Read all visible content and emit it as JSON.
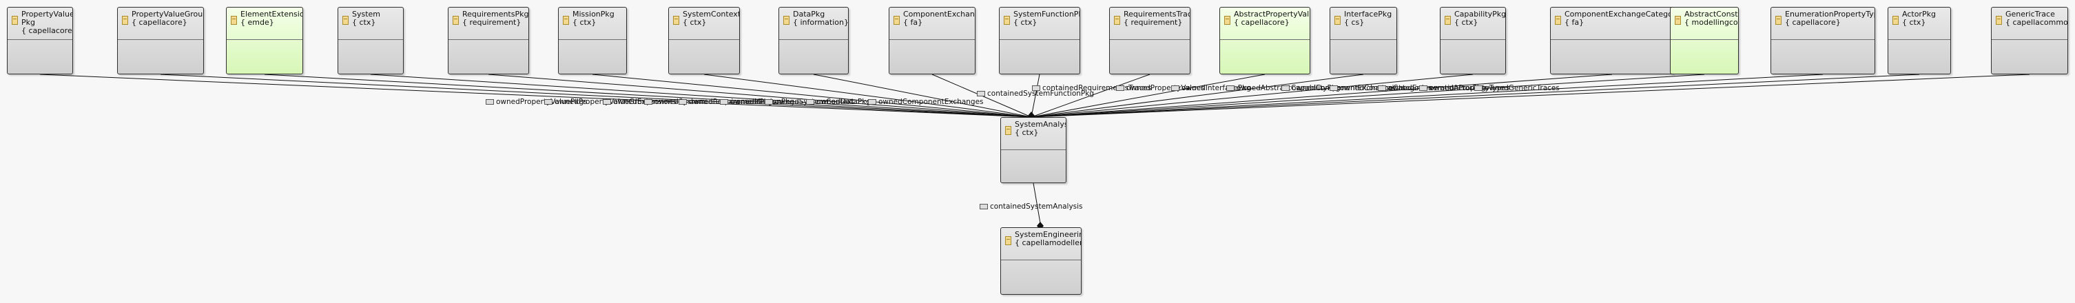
{
  "diagram": {
    "classes": [
      {
        "id": "PropertyValuePkg",
        "name": "PropertyValue\nPkg",
        "pkg": "{ capellacore}",
        "green": false
      },
      {
        "id": "PropertyValueGroup",
        "name": "PropertyValueGroup",
        "pkg": "{ capellacore}",
        "green": false
      },
      {
        "id": "ElementExtension",
        "name": "ElementExtension",
        "pkg": "{ emde}",
        "green": true
      },
      {
        "id": "System",
        "name": "System",
        "pkg": "{ ctx}",
        "green": false
      },
      {
        "id": "RequirementsPkg",
        "name": "RequirementsPkg",
        "pkg": "{ requirement}",
        "green": false
      },
      {
        "id": "MissionPkg",
        "name": "MissionPkg",
        "pkg": "{ ctx}",
        "green": false
      },
      {
        "id": "SystemContext",
        "name": "SystemContext",
        "pkg": "{ ctx}",
        "green": false
      },
      {
        "id": "DataPkg",
        "name": "DataPkg",
        "pkg": "{ information}",
        "green": false
      },
      {
        "id": "ComponentExchange",
        "name": "ComponentExchange",
        "pkg": "{ fa}",
        "green": false
      },
      {
        "id": "SystemFunctionPkg",
        "name": "SystemFunctionPkg",
        "pkg": "{ ctx}",
        "green": false
      },
      {
        "id": "RequirementsTrace",
        "name": "RequirementsTrace",
        "pkg": "{ requirement}",
        "green": false
      },
      {
        "id": "AbstractPropertyValue",
        "name": "AbstractPropertyValue",
        "pkg": "{ capellacore}",
        "green": true
      },
      {
        "id": "InterfacePkg",
        "name": "InterfacePkg",
        "pkg": "{ cs}",
        "green": false
      },
      {
        "id": "CapabilityPkg",
        "name": "CapabilityPkg",
        "pkg": "{ ctx}",
        "green": false
      },
      {
        "id": "ComponentExchangeCategory",
        "name": "ComponentExchangeCategory",
        "pkg": "{ fa}",
        "green": false
      },
      {
        "id": "AbstractConstraint",
        "name": "AbstractConstraint",
        "pkg": "{ modellingcore}",
        "green": true
      },
      {
        "id": "EnumerationPropertyType",
        "name": "EnumerationPropertyType",
        "pkg": "{ capellacore}",
        "green": false
      },
      {
        "id": "ActorPkg",
        "name": "ActorPkg",
        "pkg": "{ ctx}",
        "green": false
      },
      {
        "id": "GenericTrace",
        "name": "GenericTrace",
        "pkg": "{ capellacommon}",
        "green": false
      },
      {
        "id": "SystemAnalysis",
        "name": "SystemAnalysis",
        "pkg": "{ ctx}",
        "green": false
      },
      {
        "id": "SystemEngineering",
        "name": "SystemEngineering",
        "pkg": "{ capellamodeller}",
        "green": false
      }
    ],
    "edge_labels": [
      "ownedPropertyValuePkgs",
      "ownedPropertyValueGroups",
      "ownedExtensions",
      "ownedSystem",
      "ownedRequirementPkgs",
      "ownedMissionPkg",
      "ownedSystemContext",
      "ownedDataPkg",
      "ownedComponentExchanges",
      "containedSystemFunctionPkg",
      "containedRequirementsTraces",
      "ownedPropertyValues",
      "ownedInterfacePkg",
      "ownedAbstractCapabilityPkg",
      "ownedComponentExchangeCategories",
      "ownedConstraints",
      "ownedEnumerationPropertyTypes",
      "ownedActorPkg",
      "ownedGenericTraces",
      "containedSystemAnalysis"
    ],
    "colors": {
      "box": "#d8d8d8",
      "abstract_box": "#e4fbcf",
      "line": "#111111"
    }
  }
}
